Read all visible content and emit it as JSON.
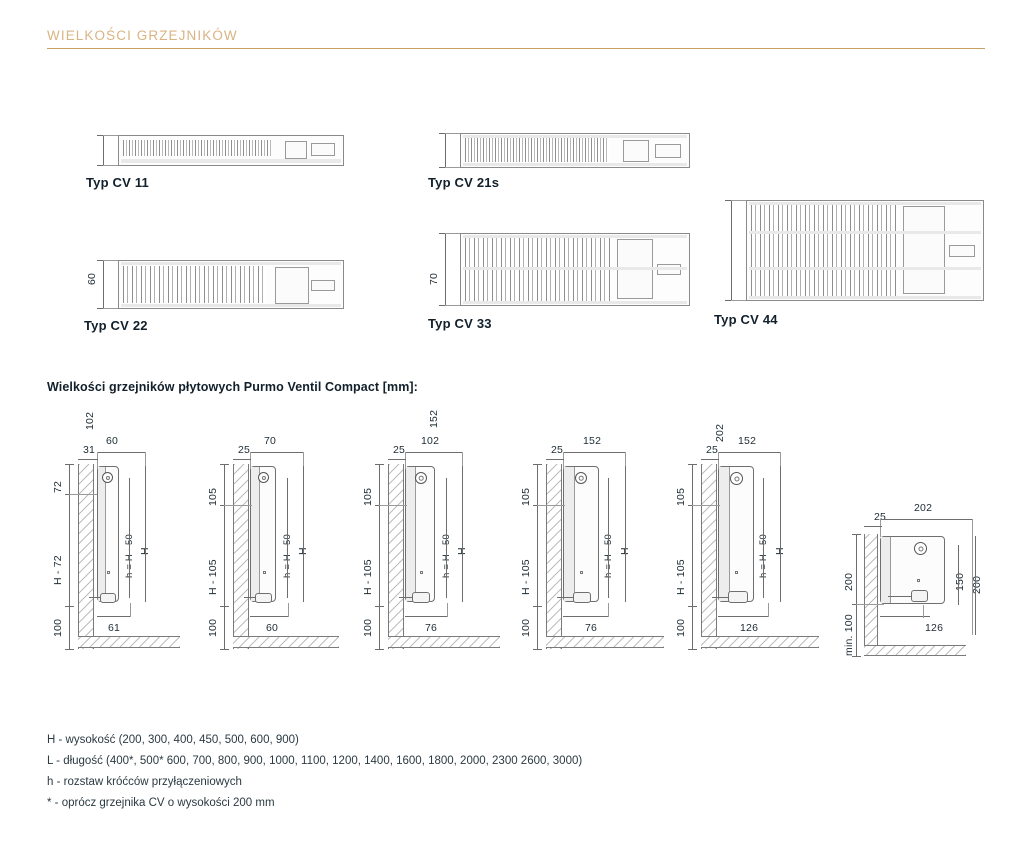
{
  "header": {
    "title": "WIELKOŚCI GRZEJNIKÓW"
  },
  "types_section": {
    "items": [
      {
        "name": "Typ CV 11",
        "depth": "60"
      },
      {
        "name": "Typ CV 21s",
        "depth": "70"
      },
      {
        "name": "Typ CV 22",
        "depth": "102"
      },
      {
        "name": "Typ CV 33",
        "depth": "152"
      },
      {
        "name": "Typ CV 44",
        "depth": "202"
      }
    ]
  },
  "dimensions_section": {
    "heading": "Wielkości grzejników płytowych Purmo Ventil Compact [mm]:",
    "drawings": [
      {
        "key": "cv11",
        "top_offset": "31",
        "depth": "60",
        "wall_top": "72",
        "wall_mid": "H - 72",
        "wall_bottom": "100",
        "foot": "61",
        "h_label": "h = H - 50",
        "H_label": "H"
      },
      {
        "key": "cv21s",
        "top_offset": "25",
        "depth": "70",
        "wall_top": "105",
        "wall_mid": "H - 105",
        "wall_bottom": "100",
        "foot": "60",
        "h_label": "h = H - 50",
        "H_label": "H"
      },
      {
        "key": "cv22",
        "top_offset": "25",
        "depth": "102",
        "wall_top": "105",
        "wall_mid": "H - 105",
        "wall_bottom": "100",
        "foot": "76",
        "h_label": "h = H - 50",
        "H_label": "H"
      },
      {
        "key": "cv33",
        "top_offset": "25",
        "depth": "152",
        "wall_top": "105",
        "wall_mid": "H - 105",
        "wall_bottom": "100",
        "foot": "76",
        "h_label": "h = H - 50",
        "H_label": "H"
      },
      {
        "key": "cv44",
        "top_offset": "25",
        "depth": "152",
        "wall_top": "105",
        "wall_mid": "H - 105",
        "wall_bottom": "100",
        "foot": "126",
        "h_label": "h = H - 50",
        "H_label": "H"
      }
    ],
    "detail_drawing": {
      "key": "cv-200mm-detail",
      "top_offset": "25",
      "depth": "202",
      "wall_top": "200",
      "wall_bottom": "min. 100",
      "inner_height": "150",
      "outer_height": "200",
      "foot": "126"
    }
  },
  "legend": {
    "lines": [
      "H - wysokość (200, 300, 400, 450, 500, 600, 900)",
      "L - długość (400*, 500* 600, 700, 800, 900, 1000, 1100, 1200, 1400, 1600, 1800, 2000, 2300 2600, 3000)",
      "h - rozstaw króćców przyłączeniowych",
      "* - oprócz grzejnika CV o wysokości 200 mm"
    ]
  },
  "colors": {
    "accent": "#c9a063",
    "title": "#d8b483",
    "text": "#2b3a42",
    "line": "#6d6d6d"
  }
}
